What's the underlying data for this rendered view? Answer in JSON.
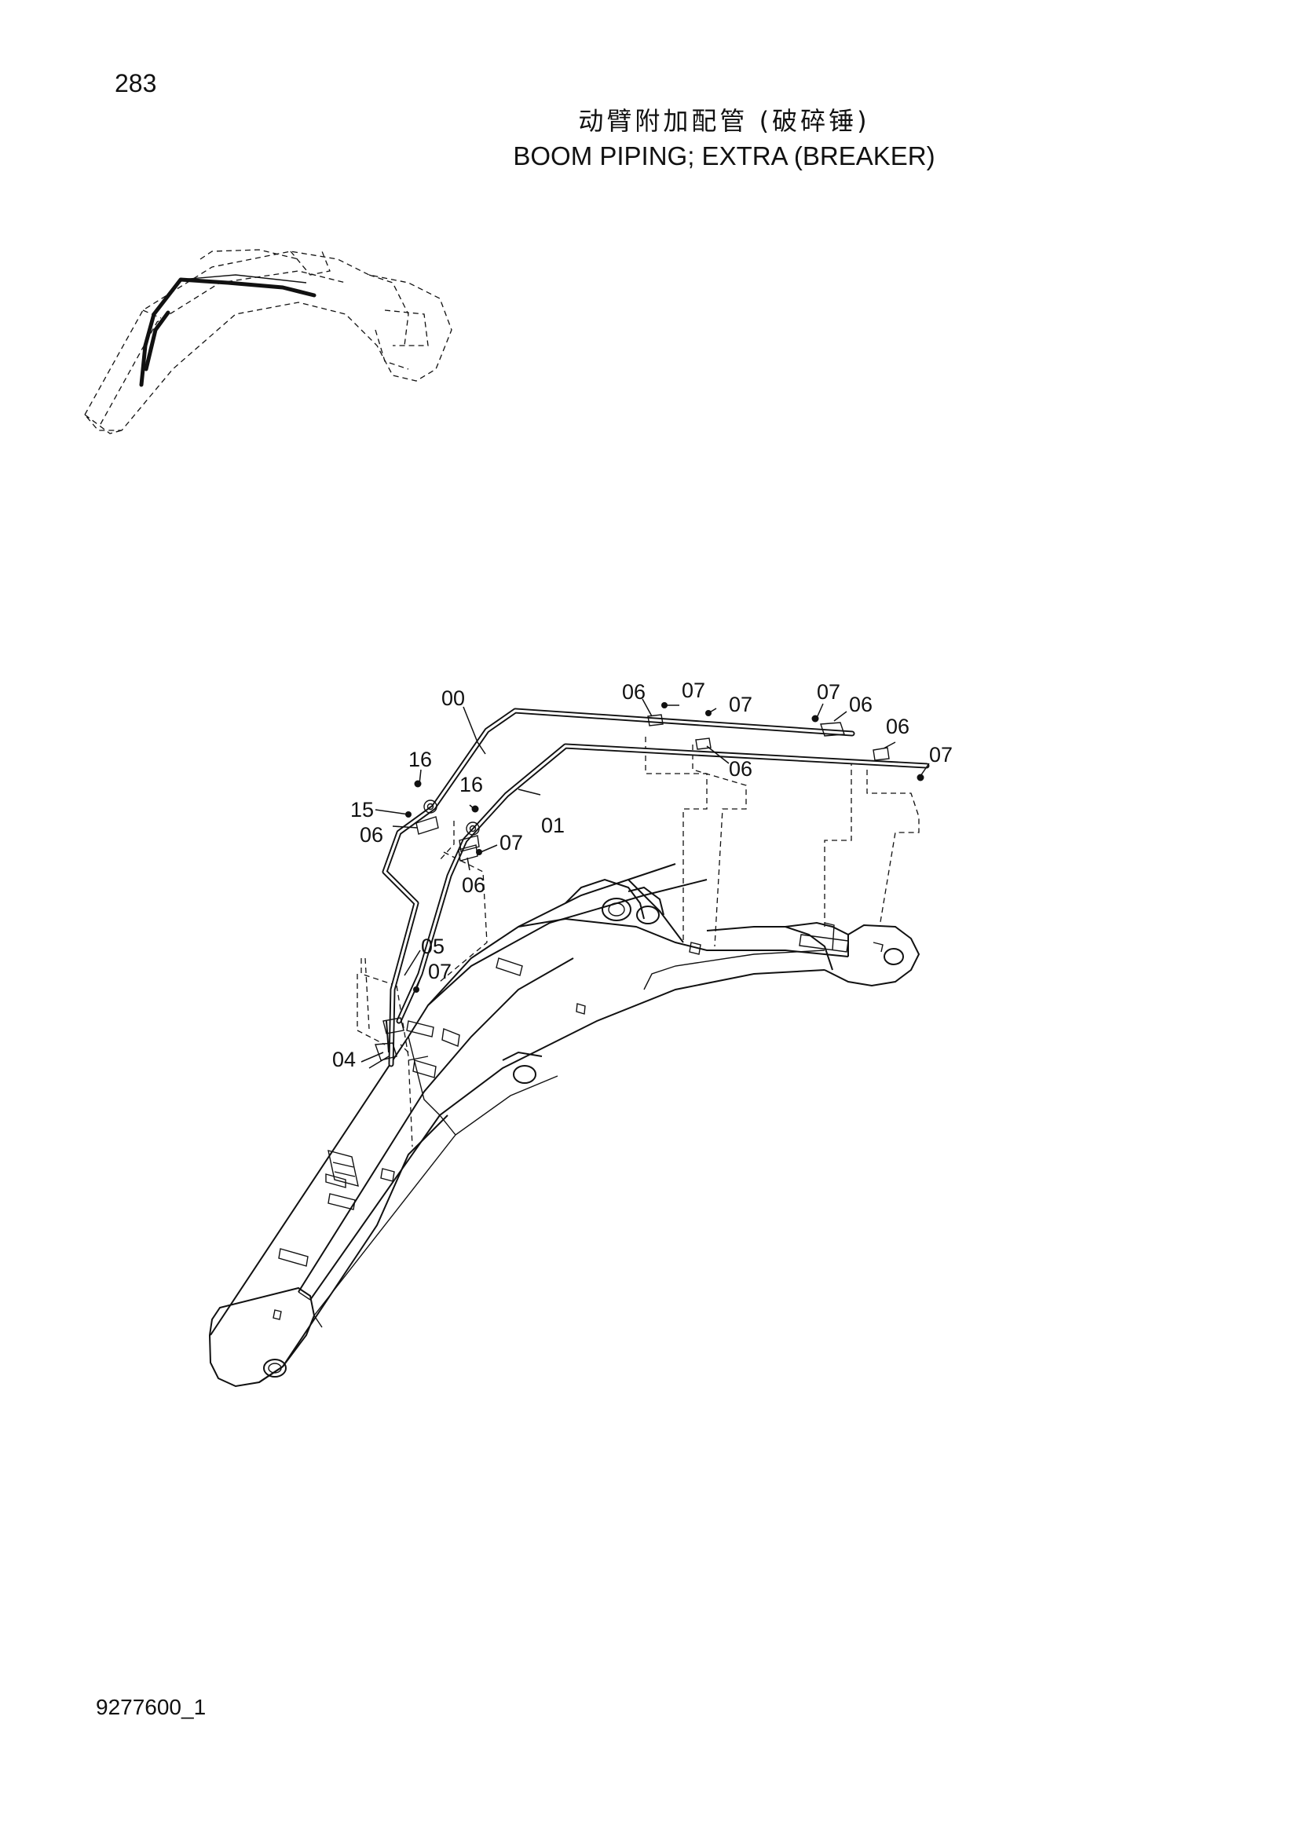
{
  "page": {
    "number": "283",
    "title_cn": "动臂附加配管 (破碎锤)",
    "title_en": "BOOM PIPING; EXTRA (BREAKER)",
    "doc_number": "9277600_1"
  },
  "callouts": [
    "00",
    "01",
    "04",
    "05",
    "06",
    "07",
    "15",
    "16"
  ]
}
